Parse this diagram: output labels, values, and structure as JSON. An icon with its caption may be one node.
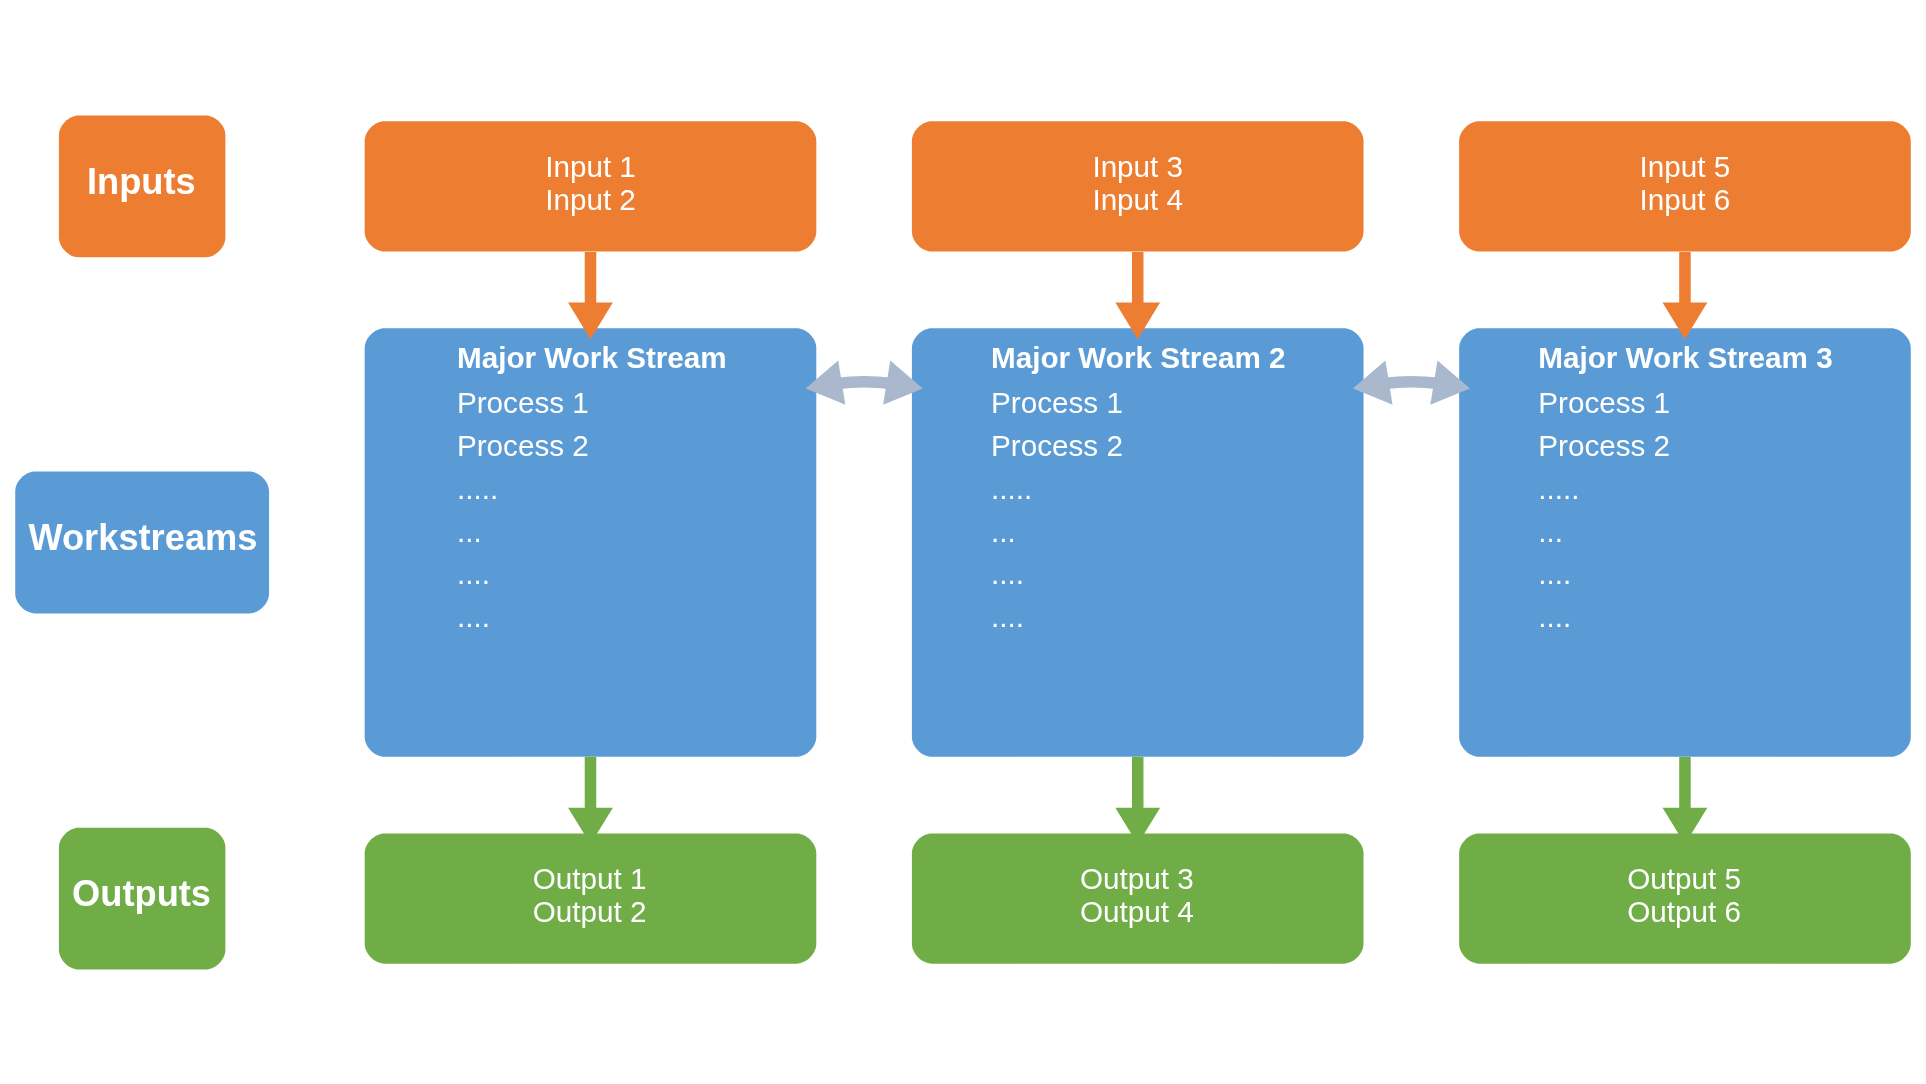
{
  "diagram": {
    "nodes": [
      {
        "text": [
          "Inputs"
        ]
      },
      {
        "text": [
          "Input 1",
          "Input 2"
        ]
      },
      {
        "text": [
          "Input 3",
          "Input 4"
        ]
      },
      {
        "text": [
          "Input 5",
          "Input 6"
        ]
      },
      {
        "text": [
          "Workstreams"
        ]
      },
      {
        "text": [
          "Major Work Stream",
          "Process 1",
          "Process 2",
          ".....",
          "...",
          "....",
          "...."
        ]
      },
      {
        "text": [
          "Major Work Stream 2",
          "Process 1",
          "Process 2",
          ".....",
          "...",
          "....",
          "...."
        ]
      },
      {
        "text": [
          "Major Work Stream 3",
          "Process 1",
          "Process 2",
          ".....",
          "...",
          "....",
          "...."
        ]
      },
      {
        "text": [
          "Outputs"
        ]
      },
      {
        "text": [
          "Output 1",
          "Output 2"
        ]
      },
      {
        "text": [
          "Output 3",
          "Output 4"
        ]
      },
      {
        "text": [
          "Output 5",
          "Output 6"
        ]
      }
    ],
    "edges": [
      {
        "from": 1,
        "to": 5,
        "arrow": "to",
        "color": "#ed7d31"
      },
      {
        "from": 2,
        "to": 6,
        "arrow": "to",
        "color": "#ed7d31"
      },
      {
        "from": 3,
        "to": 7,
        "arrow": "to",
        "color": "#ed7d31"
      },
      {
        "from": 5,
        "to": 6,
        "arrow": "both",
        "color": "#a9b8cc"
      },
      {
        "from": 6,
        "to": 7,
        "arrow": "both",
        "color": "#a9b8cc"
      },
      {
        "from": 5,
        "to": 9,
        "arrow": "to",
        "color": "#70ad47"
      },
      {
        "from": 6,
        "to": 10,
        "arrow": "to",
        "color": "#70ad47"
      },
      {
        "from": 7,
        "to": 11,
        "arrow": "to",
        "color": "#70ad47"
      }
    ]
  }
}
